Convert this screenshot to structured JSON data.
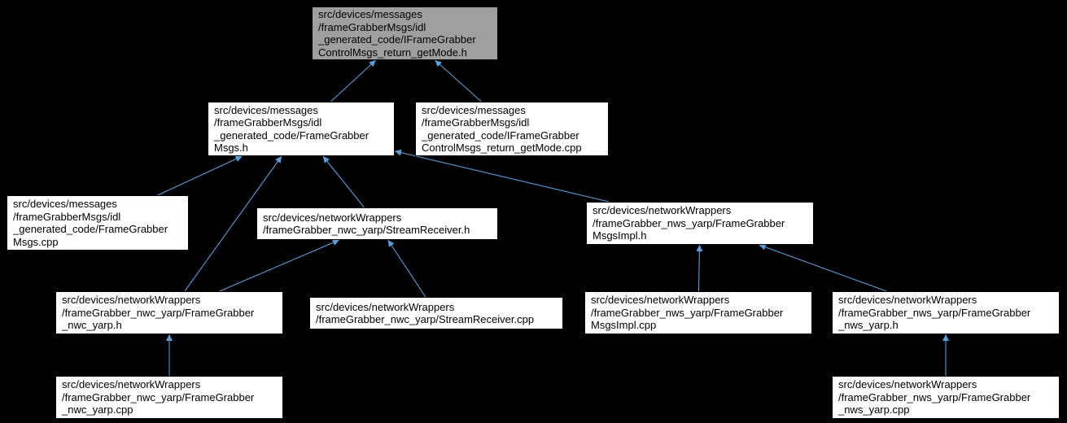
{
  "diagram": {
    "type": "include-dependency-graph",
    "background": "#000000",
    "edge_color": "#55a0dd",
    "node_fill": "#ffffff",
    "highlight_fill": "#9f9f9f",
    "node_border": "#000000",
    "node_text": "#000000"
  },
  "nodes": [
    {
      "id": "IFrameGrabberControlMsgs_return_getMode.h",
      "highlighted": true,
      "label": "src/devices/messages\n/frameGrabberMsgs/idl\n_generated_code/IFrameGrabber\nControlMsgs_return_getMode.h"
    },
    {
      "id": "FrameGrabberMsgs.h",
      "highlighted": false,
      "label": "src/devices/messages\n/frameGrabberMsgs/idl\n_generated_code/FrameGrabber\nMsgs.h"
    },
    {
      "id": "IFrameGrabberControlMsgs_return_getMode.cpp",
      "highlighted": false,
      "label": "src/devices/messages\n/frameGrabberMsgs/idl\n_generated_code/IFrameGrabber\nControlMsgs_return_getMode.cpp"
    },
    {
      "id": "FrameGrabberMsgs.cpp",
      "highlighted": false,
      "label": "src/devices/messages\n/frameGrabberMsgs/idl\n_generated_code/FrameGrabber\nMsgs.cpp"
    },
    {
      "id": "StreamReceiver.h",
      "highlighted": false,
      "label": "src/devices/networkWrappers\n/frameGrabber_nwc_yarp/StreamReceiver.h"
    },
    {
      "id": "FrameGrabberMsgsImpl.h",
      "highlighted": false,
      "label": "src/devices/networkWrappers\n/frameGrabber_nws_yarp/FrameGrabber\nMsgsImpl.h"
    },
    {
      "id": "FrameGrabber_nwc_yarp.h",
      "highlighted": false,
      "label": "src/devices/networkWrappers\n/frameGrabber_nwc_yarp/FrameGrabber\n_nwc_yarp.h"
    },
    {
      "id": "StreamReceiver.cpp",
      "highlighted": false,
      "label": "src/devices/networkWrappers\n/frameGrabber_nwc_yarp/StreamReceiver.cpp"
    },
    {
      "id": "FrameGrabberMsgsImpl.cpp",
      "highlighted": false,
      "label": "src/devices/networkWrappers\n/frameGrabber_nws_yarp/FrameGrabber\nMsgsImpl.cpp"
    },
    {
      "id": "FrameGrabber_nws_yarp.h",
      "highlighted": false,
      "label": "src/devices/networkWrappers\n/frameGrabber_nws_yarp/FrameGrabber\n_nws_yarp.h"
    },
    {
      "id": "FrameGrabber_nwc_yarp.cpp",
      "highlighted": false,
      "label": "src/devices/networkWrappers\n/frameGrabber_nwc_yarp/FrameGrabber\n_nwc_yarp.cpp"
    },
    {
      "id": "FrameGrabber_nws_yarp.cpp",
      "highlighted": false,
      "label": "src/devices/networkWrappers\n/frameGrabber_nws_yarp/FrameGrabber\n_nws_yarp.cpp"
    }
  ],
  "edges": [
    {
      "from": 1,
      "to": 0
    },
    {
      "from": 2,
      "to": 0
    },
    {
      "from": 3,
      "to": 1
    },
    {
      "from": 4,
      "to": 1
    },
    {
      "from": 5,
      "to": 1
    },
    {
      "from": 6,
      "to": 1
    },
    {
      "from": 6,
      "to": 4
    },
    {
      "from": 7,
      "to": 4
    },
    {
      "from": 8,
      "to": 5
    },
    {
      "from": 9,
      "to": 5
    },
    {
      "from": 10,
      "to": 6
    },
    {
      "from": 11,
      "to": 9
    }
  ]
}
